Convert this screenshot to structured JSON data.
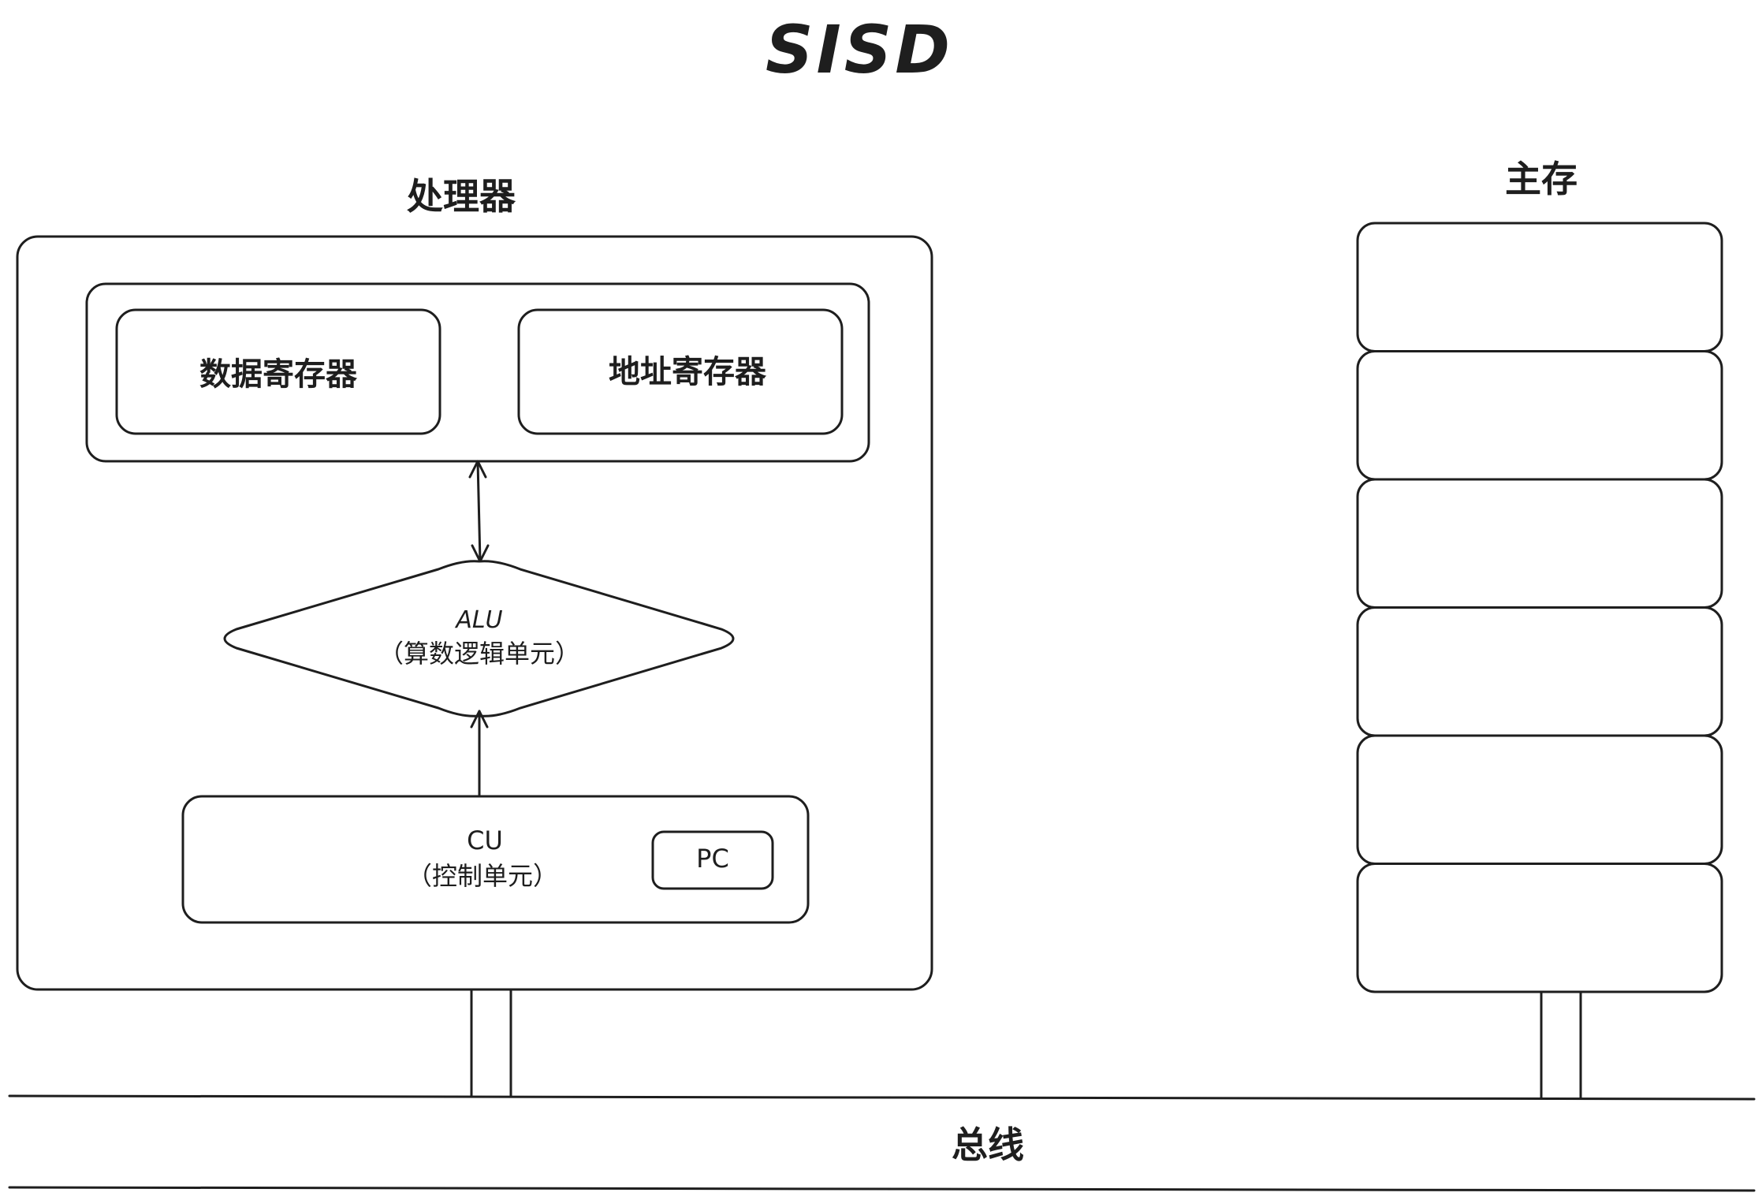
{
  "title": "SISD",
  "processor": {
    "label": "处理器",
    "registers": {
      "data_register": "数据寄存器",
      "address_register": "地址寄存器"
    },
    "alu": {
      "name": "ALU",
      "desc": "（算数逻辑单元）"
    },
    "cu": {
      "name": "CU",
      "desc": "（控制单元）",
      "pc": "PC"
    }
  },
  "memory": {
    "label": "主存",
    "cells": [
      "",
      "",
      "",
      "",
      "",
      ""
    ]
  },
  "bus": {
    "label": "总线"
  }
}
